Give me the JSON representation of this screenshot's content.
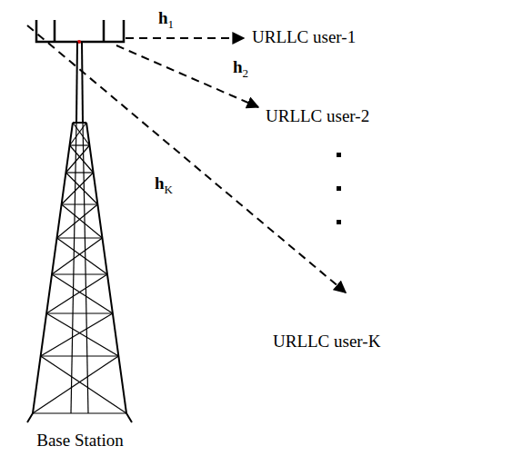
{
  "diagram": {
    "labels": [
      "h1",
      "h2",
      "hK",
      "URLLC user-1",
      "URLLC user-2",
      "URLLC user-K",
      "Base Station"
    ]
  }
}
